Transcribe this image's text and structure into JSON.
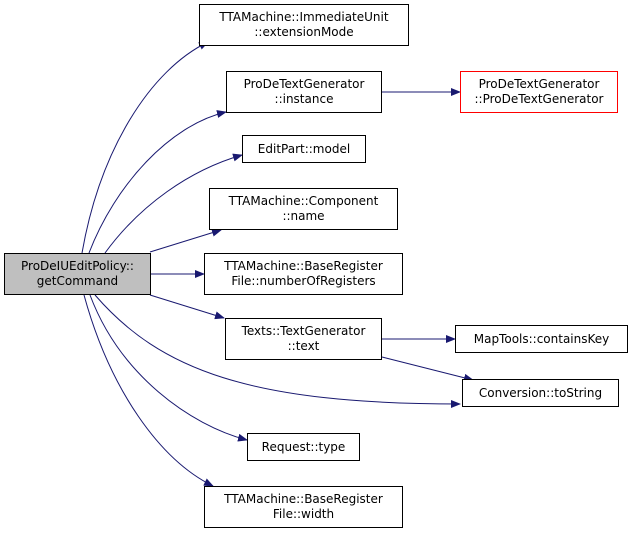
{
  "colors": {
    "edge": "#191970",
    "node_border": "#000000",
    "root_fill": "#bfbfbf",
    "incomplete_border": "#ff0000"
  },
  "nodes": {
    "root": {
      "line1": "ProDeIUEditPolicy::",
      "line2": "getCommand"
    },
    "extension_mode": {
      "line1": "TTAMachine::ImmediateUnit",
      "line2": "::extensionMode"
    },
    "instance": {
      "line1": "ProDeTextGenerator",
      "line2": "::instance"
    },
    "generator_ctor": {
      "line1": "ProDeTextGenerator",
      "line2": "::ProDeTextGenerator"
    },
    "model": {
      "line1": "EditPart::model"
    },
    "component_name": {
      "line1": "TTAMachine::Component",
      "line2": "::name"
    },
    "number_of_registers": {
      "line1": "TTAMachine::BaseRegister",
      "line2": "File::numberOfRegisters"
    },
    "text_generator_text": {
      "line1": "Texts::TextGenerator",
      "line2": "::text"
    },
    "contains_key": {
      "line1": "MapTools::containsKey"
    },
    "to_string": {
      "line1": "Conversion::toString"
    },
    "request_type": {
      "line1": "Request::type"
    },
    "width": {
      "line1": "TTAMachine::BaseRegister",
      "line2": "File::width"
    }
  }
}
